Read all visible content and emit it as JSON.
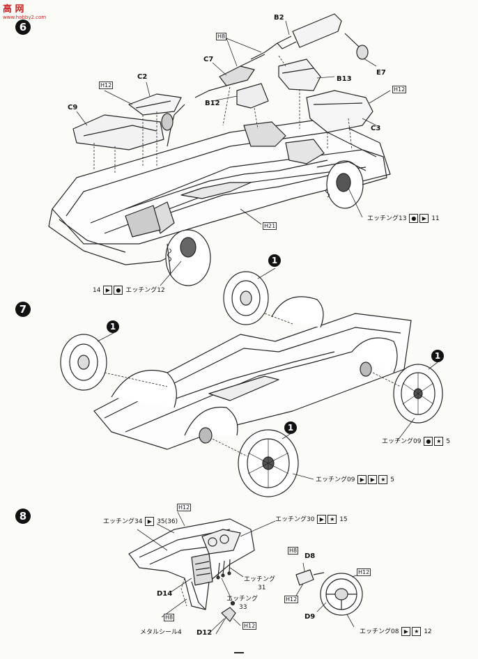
{
  "watermark": {
    "title": "高 网",
    "url": "www.hobby2.com"
  },
  "steps": [
    {
      "number": "6"
    },
    {
      "number": "7"
    },
    {
      "number": "8"
    }
  ],
  "wheel_badge": "1",
  "step6": {
    "b2": "B2",
    "e7": "E7",
    "h8": "H8",
    "c7": "C7",
    "b13": "B13",
    "h12a": "H12",
    "c2": "C2",
    "b12": "B12",
    "h12b": "H12",
    "c3": "C3",
    "c9": "C9",
    "h21": "H21",
    "etch13_text": "エッチング13",
    "etch13_num": "11",
    "etch12_num": "14",
    "etch12_text": "エッチング12"
  },
  "step7": {
    "etch09a_text": "エッチング09",
    "etch09a_num": "5",
    "etch09b_text": "エッチング09",
    "etch09b_num": "5"
  },
  "step8": {
    "h12_top": "H12",
    "etch34_text": "エッチング34",
    "etch34_num": "35(36)",
    "etch30_text": "エッチング30",
    "etch30_num": "15",
    "h8_d8": "H8",
    "d8": "D8",
    "etch31_text": "エッチング",
    "etch31_num": "31",
    "h12_d8": "H12",
    "h12_d9": "H12",
    "d14": "D14",
    "etch33_text": "エッチング",
    "etch33_num": "33",
    "d9": "D9",
    "h8_low": "H8",
    "seal_text": "メタルシール4",
    "d12": "D12",
    "h12_d12": "H12",
    "etch08_text": "エッチング08",
    "etch08_num": "12"
  }
}
